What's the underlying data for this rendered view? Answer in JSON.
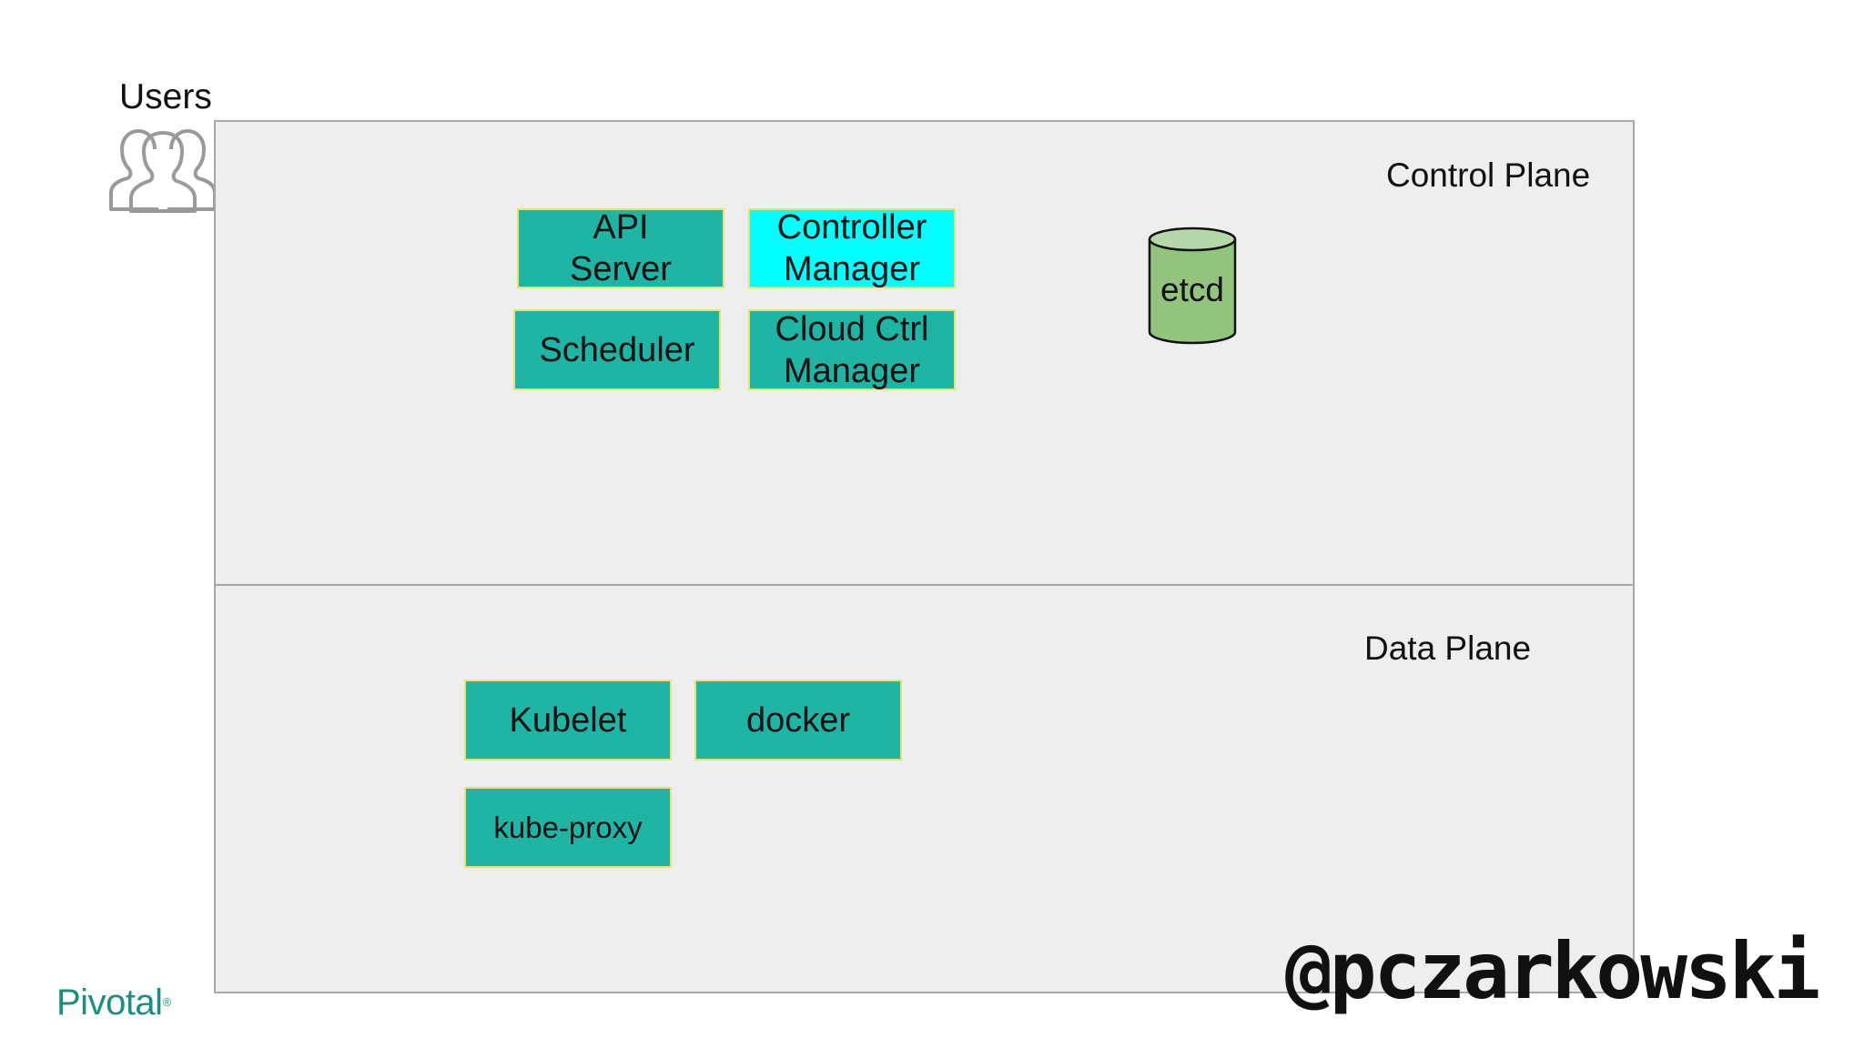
{
  "users": {
    "label": "Users",
    "icon": "users-group-icon"
  },
  "control_plane": {
    "label": "Control Plane",
    "components": {
      "api_server": {
        "line1": "API",
        "line2": "Server"
      },
      "controller_manager": {
        "line1": "Controller",
        "line2": "Manager"
      },
      "scheduler": {
        "label": "Scheduler"
      },
      "cloud_ctrl_manager": {
        "line1": "Cloud Ctrl",
        "line2": "Manager"
      }
    },
    "etcd": {
      "label": "etcd",
      "icon": "database-cylinder-icon"
    }
  },
  "data_plane": {
    "label": "Data Plane",
    "components": {
      "kubelet": {
        "label": "Kubelet"
      },
      "docker": {
        "label": "docker"
      },
      "kube_proxy": {
        "label": "kube-proxy"
      }
    }
  },
  "branding": {
    "logo_text": "Pivotal",
    "logo_mark": "®",
    "handle": "@pczarkowski"
  },
  "colors": {
    "component_fill": "#1eb5a5",
    "highlight_fill": "#00ffff",
    "component_border": "#e5e36a",
    "etcd_fill": "#93c47d",
    "panel_fill": "#efeeef",
    "logo": "#1b8f7f"
  }
}
